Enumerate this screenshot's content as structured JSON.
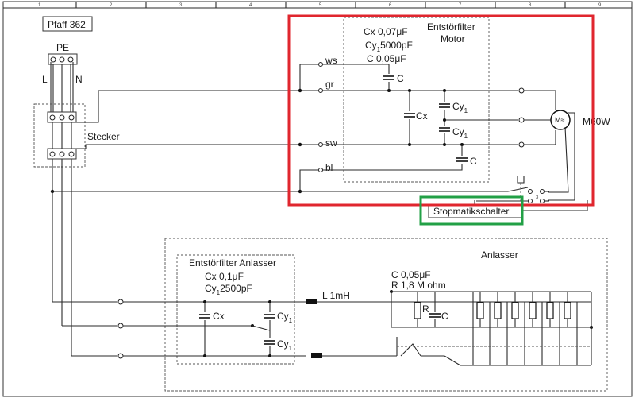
{
  "title": "Pfaff 362",
  "column_numbers": [
    "1",
    "2",
    "3",
    "4",
    "5",
    "6",
    "7",
    "8",
    "9"
  ],
  "mains": {
    "pe": "PE",
    "l": "L",
    "n": "N",
    "plug": "Stecker"
  },
  "motor_filter": {
    "title_line1": "Entstörfilter",
    "title_line2": "Motor",
    "spec_cx": "Cx 0,07μF",
    "spec_cy_main": "Cy",
    "spec_cy_sub": "1",
    "spec_cy_value": "5000pF",
    "spec_c": "C 0,05μF",
    "cap_c_top": "C",
    "cap_cx": "Cx",
    "cap_cy_main": "Cy",
    "cap_cy_sub": "1",
    "cap_c_bottom": "C",
    "wires": [
      "ws",
      "gr",
      "sw",
      "bl"
    ]
  },
  "motor": {
    "label": "M60W",
    "symbol": "M≈"
  },
  "stop_switch": {
    "label": "Stopmatikschalter"
  },
  "starter": {
    "title": "Anlasser",
    "filter_title": "Entstörfilter Anlasser",
    "spec_cx": "Cx 0,1μF",
    "spec_cy_main": "Cy",
    "spec_cy_sub": "1",
    "spec_cy_value": "2500pF",
    "cap_cx": "Cx",
    "cap_cy_main": "Cy",
    "cap_cy_sub": "1",
    "inductor": "L 1mH",
    "spec_c": "C 0,05μF",
    "spec_r": "R 1,8 M ohm",
    "r_label": "R",
    "c_label": "C"
  },
  "annotation_colors": {
    "red": "#e0262e",
    "green": "#22a046"
  }
}
